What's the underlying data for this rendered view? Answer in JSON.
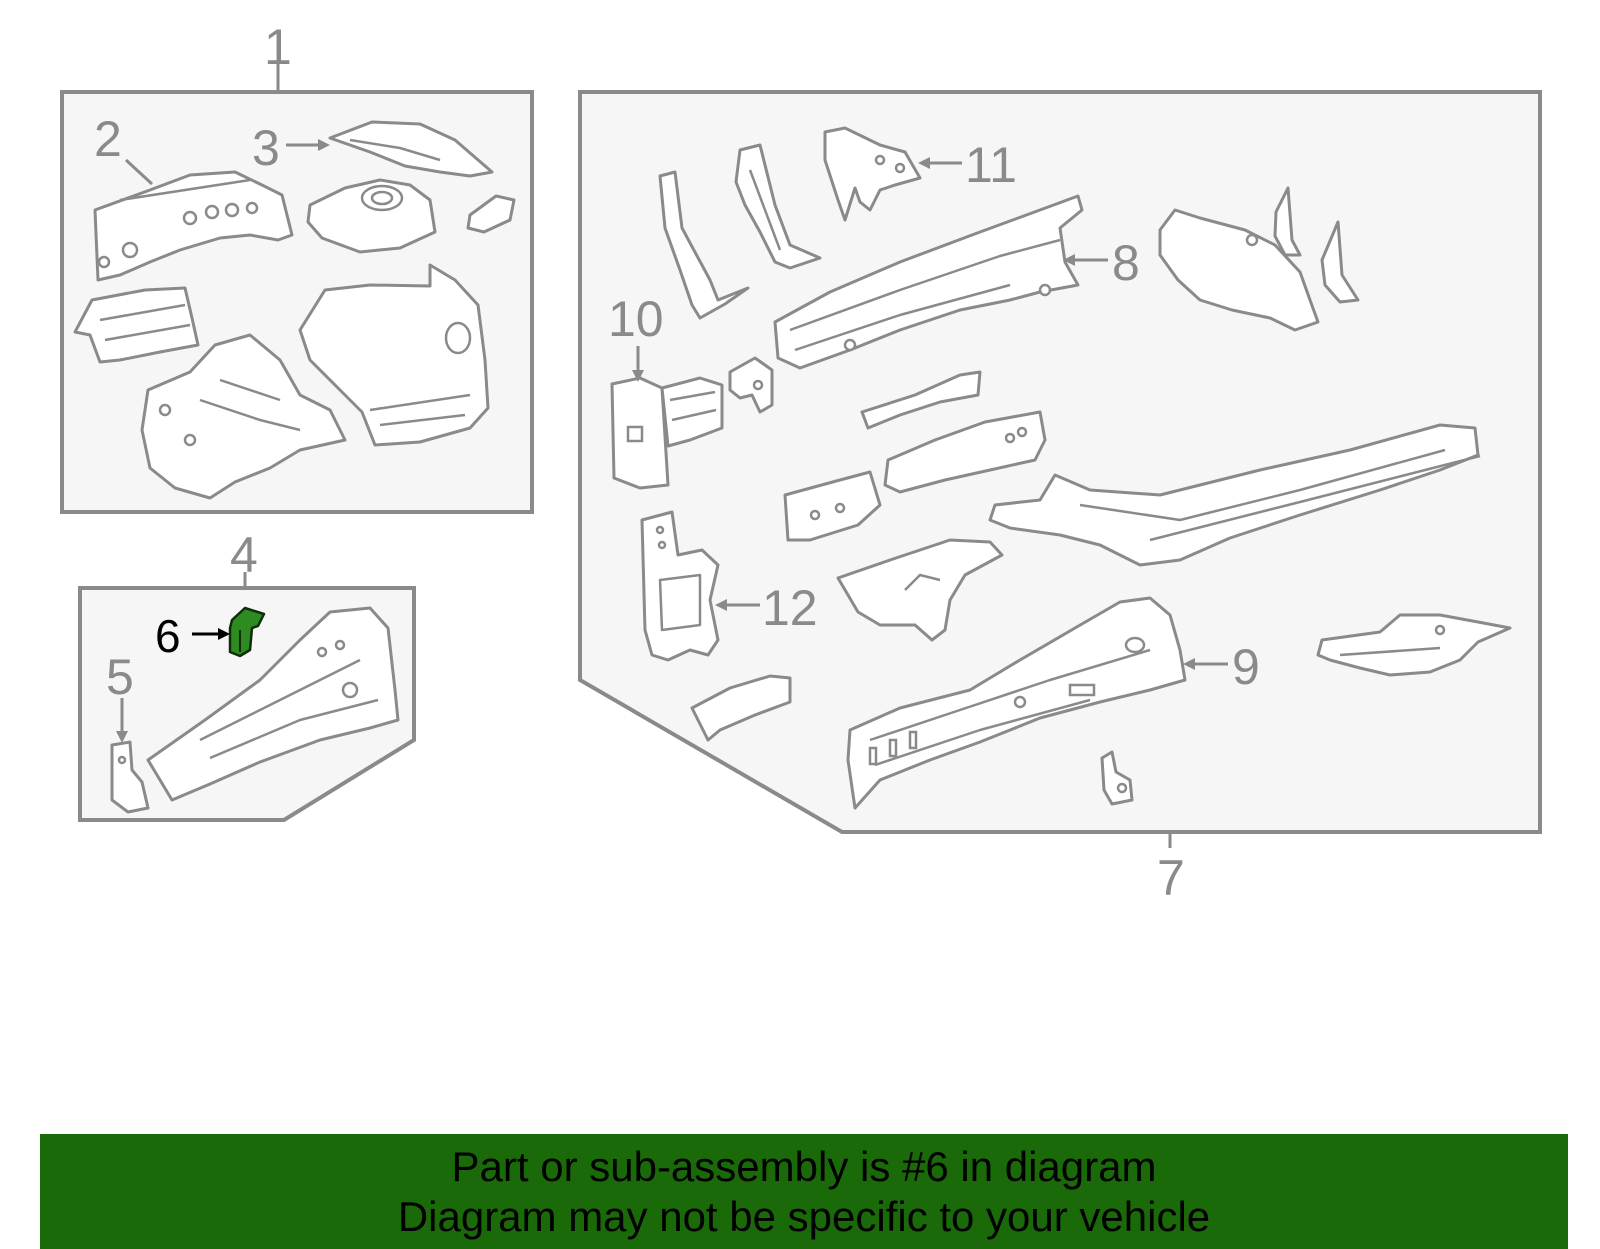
{
  "callouts": {
    "c1": "1",
    "c2": "2",
    "c3": "3",
    "c4": "4",
    "c5": "5",
    "c6": "6",
    "c7": "7",
    "c8": "8",
    "c9": "9",
    "c10": "10",
    "c11": "11",
    "c12": "12"
  },
  "highlight": {
    "part_number": "6",
    "color": "#2e8b22"
  },
  "banner": {
    "line1": "Part or sub-assembly is #6 in diagram",
    "line2": "Diagram may not be specific to your vehicle",
    "background": "#1b6a0a"
  }
}
